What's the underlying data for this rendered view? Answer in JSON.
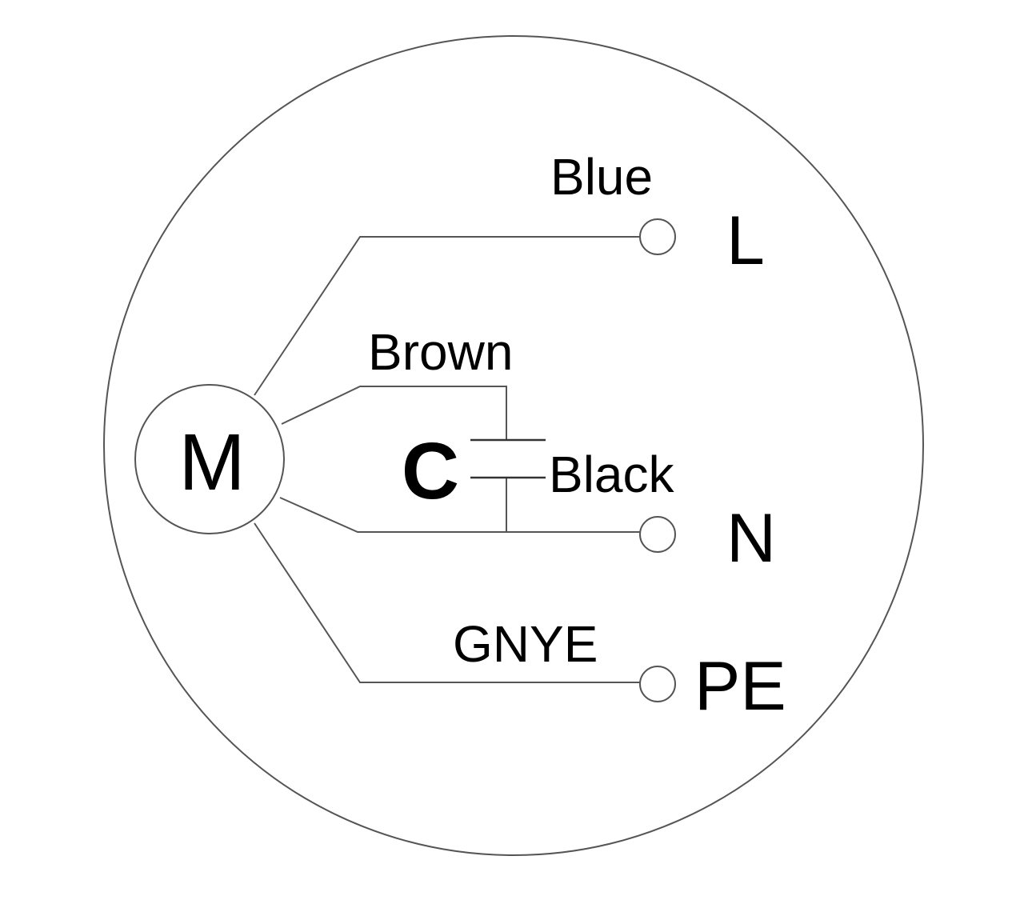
{
  "motor": {
    "label": "M"
  },
  "capacitor": {
    "label": "C"
  },
  "wires": {
    "blue": "Blue",
    "brown": "Brown",
    "black": "Black",
    "gnye": "GNYE"
  },
  "terminals": {
    "line": "L",
    "neutral": "N",
    "earth": "PE"
  },
  "colors": {
    "line": "#555555",
    "text": "#000000",
    "background": "#ffffff"
  }
}
